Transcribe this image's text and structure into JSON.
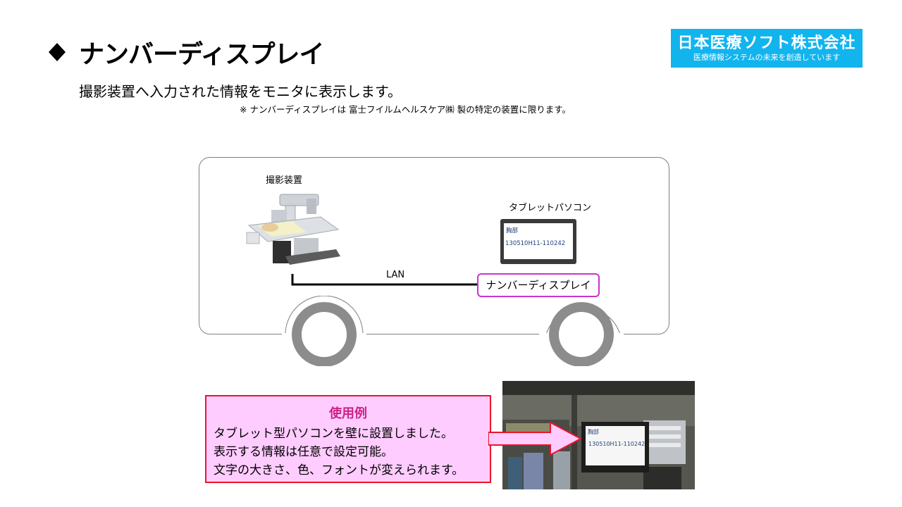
{
  "header": {
    "title": "ナンバーディスプレイ",
    "subtitle": "撮影装置へ入力された情報をモニタに表示します。",
    "note": "※ ナンバーディスプレイは 富士フイルムヘルスケア㈱ 製の特定の装置に限ります。"
  },
  "logo": {
    "name": "日本医療ソフト株式会社",
    "tagline": "医療情報システムの未来を創造しています"
  },
  "diagram": {
    "device_label": "撮影装置",
    "tablet_label": "タブレットパソコン",
    "tablet_screen": {
      "line1": "胸部",
      "line2": "130510H11-110242"
    },
    "connection_label": "LAN",
    "display_label": "ナンバーディスプレイ"
  },
  "callout": {
    "title": "使用例",
    "lines": [
      "タブレット型パソコンを壁に設置しました。",
      "表示する情報は任意で設定可能。",
      "文字の大きさ、色、フォントが変えられます。"
    ]
  },
  "photo": {
    "screen_line1": "胸部",
    "screen_line2": "130510H11-110242"
  },
  "colors": {
    "logo_bg": "#12b4ee",
    "callout_bg": "#ffccff",
    "callout_border": "#e8152b",
    "callout_title": "#cc2288",
    "display_border": "#cc33cc",
    "arrow_fill": "#ffccff",
    "arrow_stroke": "#e8152b"
  }
}
